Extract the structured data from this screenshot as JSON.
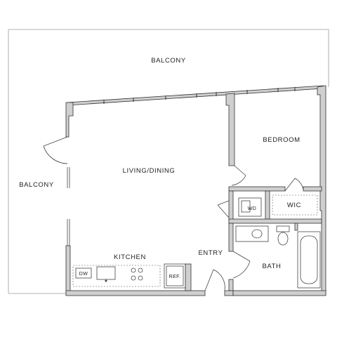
{
  "rooms": {
    "balcony_top": "BALCONY",
    "balcony_left": "BALCONY",
    "living_dining": "LIVING/DINING",
    "bedroom": "BEDROOM",
    "wic": "WIC",
    "wd": "WD",
    "kitchen": "KITCHEN",
    "entry": "ENTRY",
    "bath": "BATH",
    "dw": "DW",
    "ref": "REF."
  },
  "colors": {
    "wall_fill": "#cfcfcf",
    "wall_stroke": "#333333",
    "balcony_line": "#9a9a9a"
  }
}
